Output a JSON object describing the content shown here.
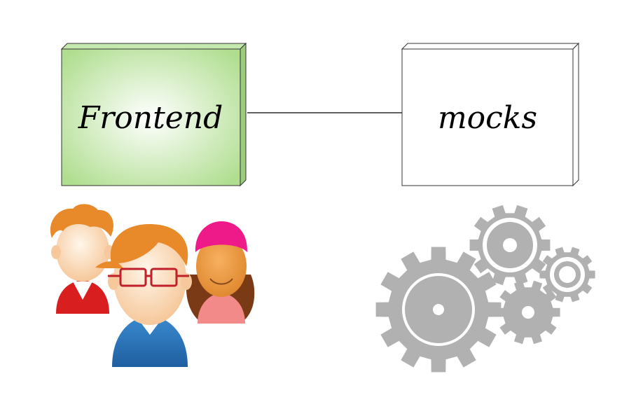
{
  "diagram": {
    "nodes": [
      {
        "id": "frontend",
        "label": "Frontend",
        "fill_color": "#b0de90",
        "highlight_color": "#ffffff"
      },
      {
        "id": "mocks",
        "label": "mocks",
        "fill_color": "#ffffff"
      }
    ],
    "edges": [
      {
        "from": "frontend",
        "to": "mocks"
      }
    ],
    "illustrations": [
      {
        "icon": "people-icon",
        "below": "frontend"
      },
      {
        "icon": "gears-icon",
        "below": "mocks"
      }
    ]
  }
}
